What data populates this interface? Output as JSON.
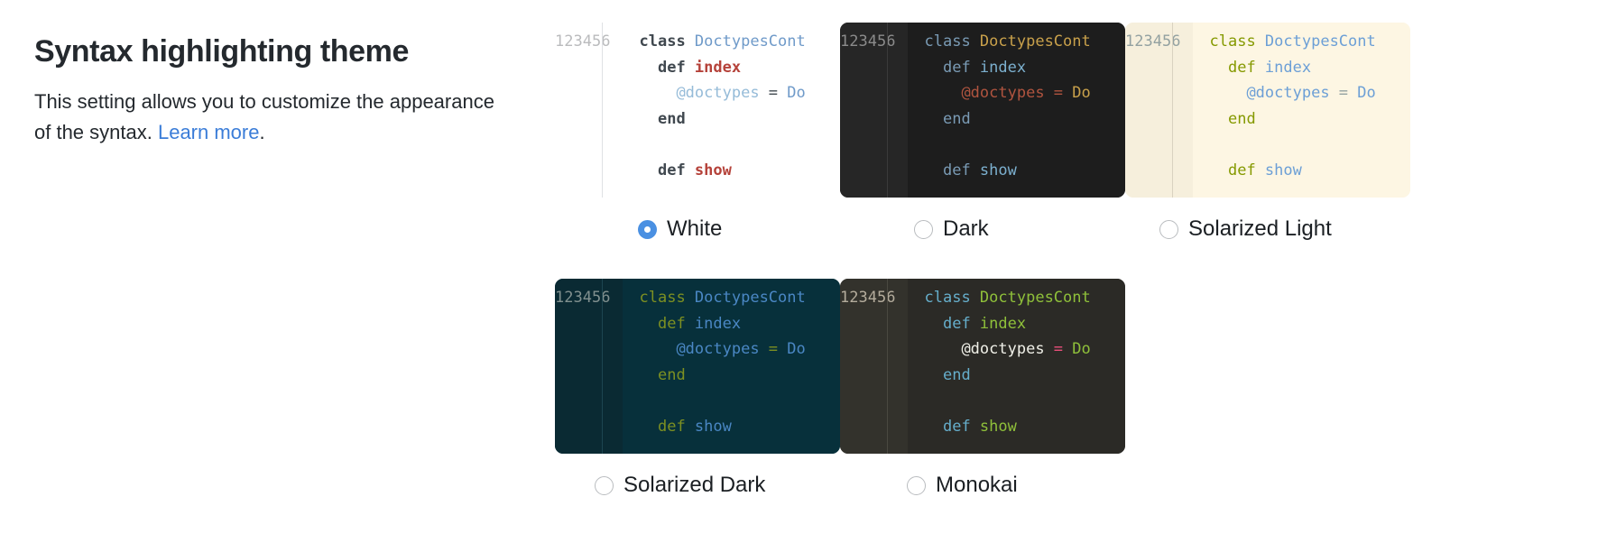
{
  "heading": "Syntax highlighting theme",
  "description_prefix": "This setting allows you to customize the appearance of the syntax. ",
  "learn_more": "Learn more",
  "description_suffix": ".",
  "link_color": "#3b7dd8",
  "accent_color": "#4a90e2",
  "code_sample": {
    "line_numbers": [
      "1",
      "2",
      "3",
      "4",
      "5",
      "6"
    ],
    "lines": [
      {
        "tokens": [
          {
            "t": "class ",
            "k": "kw"
          },
          {
            "t": "DoctypesCont",
            "k": "cls"
          }
        ]
      },
      {
        "tokens": [
          {
            "t": "  def ",
            "k": "kw"
          },
          {
            "t": "index",
            "k": "fn"
          }
        ]
      },
      {
        "tokens": [
          {
            "t": "    @doctypes",
            "k": "ivar"
          },
          {
            "t": " = ",
            "k": "op"
          },
          {
            "t": "Do",
            "k": "cls"
          }
        ]
      },
      {
        "tokens": [
          {
            "t": "  end",
            "k": "kw"
          }
        ]
      },
      {
        "tokens": [
          {
            "t": "",
            "k": "kw"
          }
        ]
      },
      {
        "tokens": [
          {
            "t": "  def ",
            "k": "kw"
          },
          {
            "t": "show",
            "k": "fn"
          }
        ]
      }
    ]
  },
  "themes": [
    {
      "id": "white",
      "label": "White",
      "selected": true,
      "colors": {
        "bg": "#ffffff",
        "gutter_bg": "#ffffff",
        "gutter_fg": "#babbbd",
        "sep": "#dfe1e4",
        "kw": "#40484f",
        "cls": "#6f9ac9",
        "fn": "#b5423a",
        "ivar": "#95bbd8",
        "op": "#40484f"
      }
    },
    {
      "id": "dark",
      "label": "Dark",
      "selected": false,
      "colors": {
        "bg": "#1d1d1d",
        "gutter_bg": "#262626",
        "gutter_fg": "#8b8b8b",
        "sep": "#3a3a3a",
        "kw": "#7a9bb5",
        "cls": "#c9a14b",
        "fn": "#7cb0cf",
        "ivar": "#b0543f",
        "op": "#b0543f"
      }
    },
    {
      "id": "solarized-light",
      "label": "Solarized Light",
      "selected": false,
      "colors": {
        "bg": "#fdf6e3",
        "gutter_bg": "#f6efdc",
        "gutter_fg": "#93a1a1",
        "sep": "#d9d2c0",
        "kw": "#859900",
        "cls": "#6c9fd6",
        "fn": "#6c9fd6",
        "ivar": "#6c9fd6",
        "op": "#93a1a1"
      }
    },
    {
      "id": "solarized-dark",
      "label": "Solarized Dark",
      "selected": false,
      "colors": {
        "bg": "#07303b",
        "gutter_bg": "#0a2a33",
        "gutter_fg": "#81908f",
        "sep": "#1c4550",
        "kw": "#7d9022",
        "cls": "#4a87c4",
        "fn": "#4a87c4",
        "ivar": "#4a87c4",
        "op": "#7d9022"
      }
    },
    {
      "id": "monokai",
      "label": "Monokai",
      "selected": false,
      "colors": {
        "bg": "#2b2a26",
        "gutter_bg": "#33322c",
        "gutter_fg": "#b4ac9c",
        "sep": "#4a4840",
        "kw": "#66aecb",
        "cls": "#8fc03a",
        "fn": "#8fc03a",
        "ivar": "#f0f0e8",
        "op": "#ea4f7a"
      }
    }
  ]
}
